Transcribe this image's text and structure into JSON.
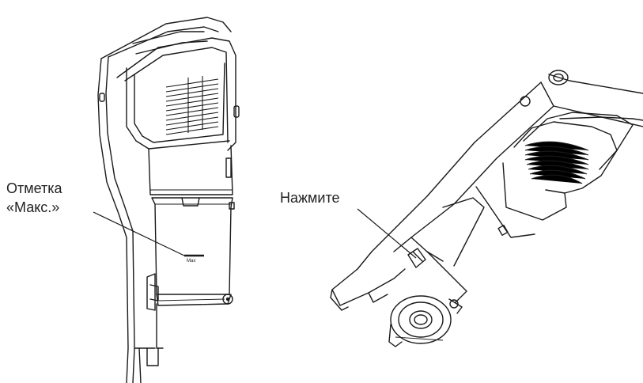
{
  "figure": {
    "left_label": {
      "line1": "Отметка",
      "line2": "«Макс.»"
    },
    "max_mark_text": "Max",
    "right_label": "Нажмите"
  }
}
